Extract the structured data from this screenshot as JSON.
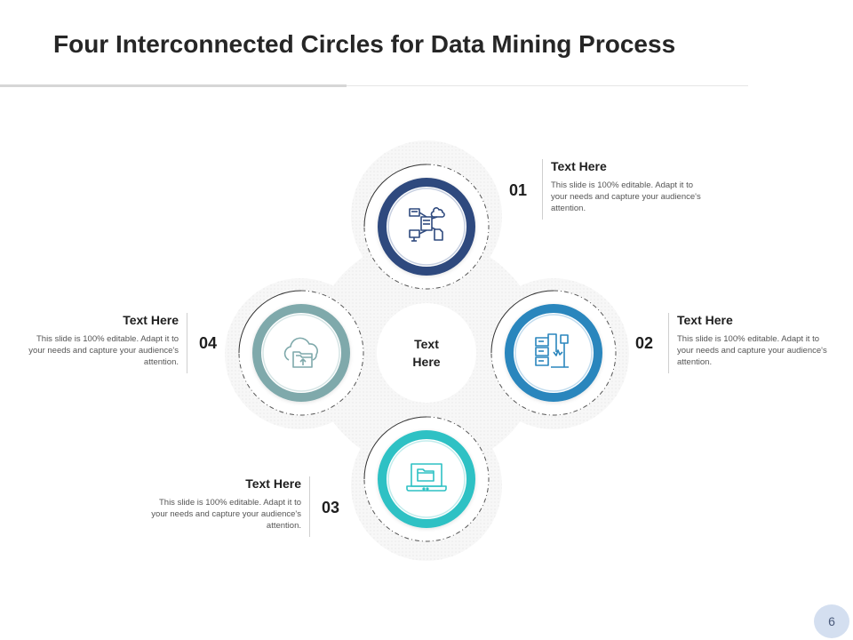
{
  "slide": {
    "title": "Four Interconnected Circles for Data Mining Process",
    "page_number": "6"
  },
  "center": {
    "line1": "Text",
    "line2": "Here"
  },
  "items": [
    {
      "number": "01",
      "heading": "Text Here",
      "body": "This slide is 100% editable. Adapt it to your needs and capture your audience's attention.",
      "color": "#2f4a7e",
      "icon": "network-computers-icon"
    },
    {
      "number": "02",
      "heading": "Text Here",
      "body": "This slide is 100% editable. Adapt it to your needs and capture your audience's attention.",
      "color": "#2a86bd",
      "icon": "server-database-icon"
    },
    {
      "number": "03",
      "heading": "Text Here",
      "body": "This slide is 100% editable. Adapt it to your needs and capture your audience's attention.",
      "color": "#2ec1c4",
      "icon": "laptop-folder-icon"
    },
    {
      "number": "04",
      "heading": "Text Here",
      "body": "This slide is 100% editable. Adapt it to your needs and capture your audience's attention.",
      "color": "#7fa9ab",
      "icon": "cloud-folder-icon"
    }
  ]
}
